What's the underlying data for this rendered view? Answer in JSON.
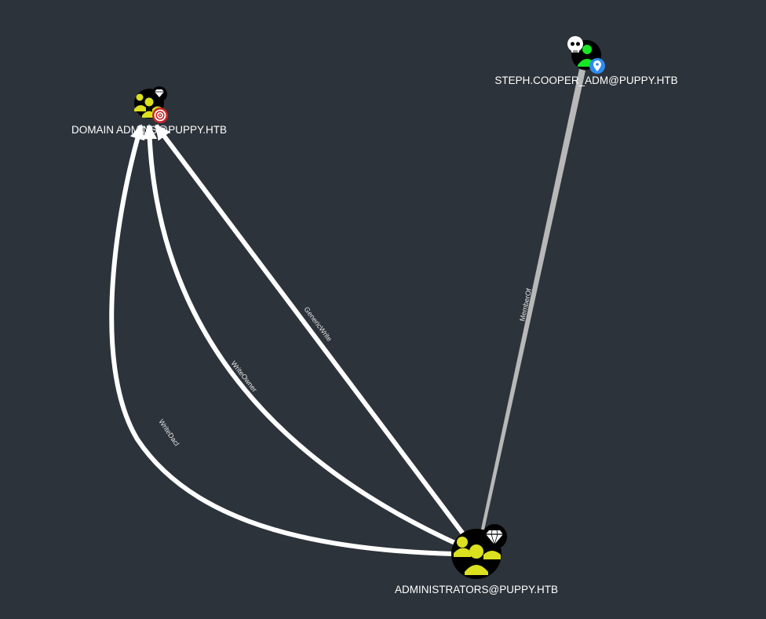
{
  "graph": {
    "nodes": [
      {
        "id": "domain_admins",
        "label": "DOMAIN ADMINS@PUPPY.HTB",
        "kind": "group",
        "badges": [
          "diamond-icon",
          "target-icon"
        ]
      },
      {
        "id": "administrators",
        "label": "ADMINISTRATORS@PUPPY.HTB",
        "kind": "group",
        "badges": [
          "diamond-icon"
        ]
      },
      {
        "id": "steph_cooper_adm",
        "label": "STEPH.COOPER_ADM@PUPPY.HTB",
        "kind": "user",
        "badges": [
          "skull-icon",
          "location-pin-icon"
        ]
      }
    ],
    "edges": [
      {
        "from": "administrators",
        "to": "domain_admins",
        "label": "GenericWrite"
      },
      {
        "from": "administrators",
        "to": "domain_admins",
        "label": "WriteOwner"
      },
      {
        "from": "administrators",
        "to": "domain_admins",
        "label": "WriteDacl"
      },
      {
        "from": "steph_cooper_adm",
        "to": "administrators",
        "label": "MemberOf"
      }
    ]
  },
  "colors": {
    "background": "#2d333b",
    "group_fill": "#dbe01f",
    "user_fill": "#17e625",
    "node_circle": "#000000",
    "edge_acl": "#ffffff",
    "edge_memberof": "#b8b8b8",
    "target_badge": "#c62828",
    "pin_badge": "#2e8cf0"
  }
}
